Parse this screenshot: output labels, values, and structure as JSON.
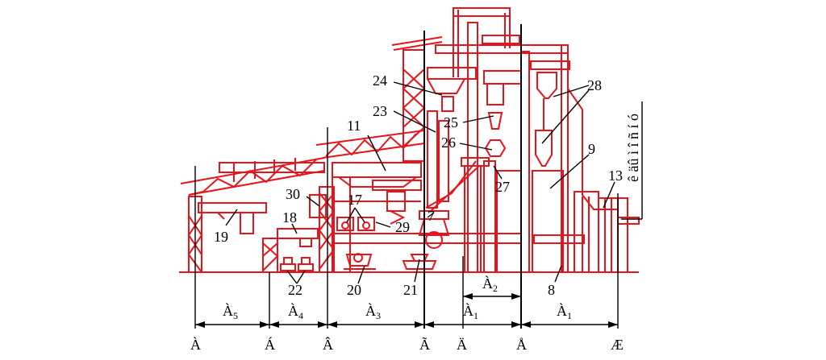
{
  "diagram": {
    "side_label": "ê äû ì î ñ í ó",
    "callouts": [
      {
        "id": "c24",
        "text": "24"
      },
      {
        "id": "c23",
        "text": "23"
      },
      {
        "id": "c11",
        "text": "11"
      },
      {
        "id": "c25",
        "text": "25"
      },
      {
        "id": "c26",
        "text": "26"
      },
      {
        "id": "c27",
        "text": "27"
      },
      {
        "id": "c28",
        "text": "28"
      },
      {
        "id": "c9",
        "text": "9"
      },
      {
        "id": "c13",
        "text": "13"
      },
      {
        "id": "c30",
        "text": "30"
      },
      {
        "id": "c17",
        "text": "17"
      },
      {
        "id": "c18",
        "text": "18"
      },
      {
        "id": "c19",
        "text": "19"
      },
      {
        "id": "c29",
        "text": "29"
      },
      {
        "id": "c7",
        "text": "7"
      },
      {
        "id": "c22",
        "text": "22"
      },
      {
        "id": "c20",
        "text": "20"
      },
      {
        "id": "c21",
        "text": "21"
      },
      {
        "id": "c8",
        "text": "8"
      }
    ],
    "spans": [
      {
        "main": "À",
        "sub": "5"
      },
      {
        "main": "À",
        "sub": "4"
      },
      {
        "main": "À",
        "sub": "3"
      },
      {
        "main": "À",
        "sub": "1"
      },
      {
        "main": "À",
        "sub": "1"
      },
      {
        "main": "À",
        "sub": "2"
      }
    ],
    "axes": [
      "À",
      "Á",
      "Â",
      "Ã",
      "Ä",
      "Å",
      "Æ"
    ]
  }
}
